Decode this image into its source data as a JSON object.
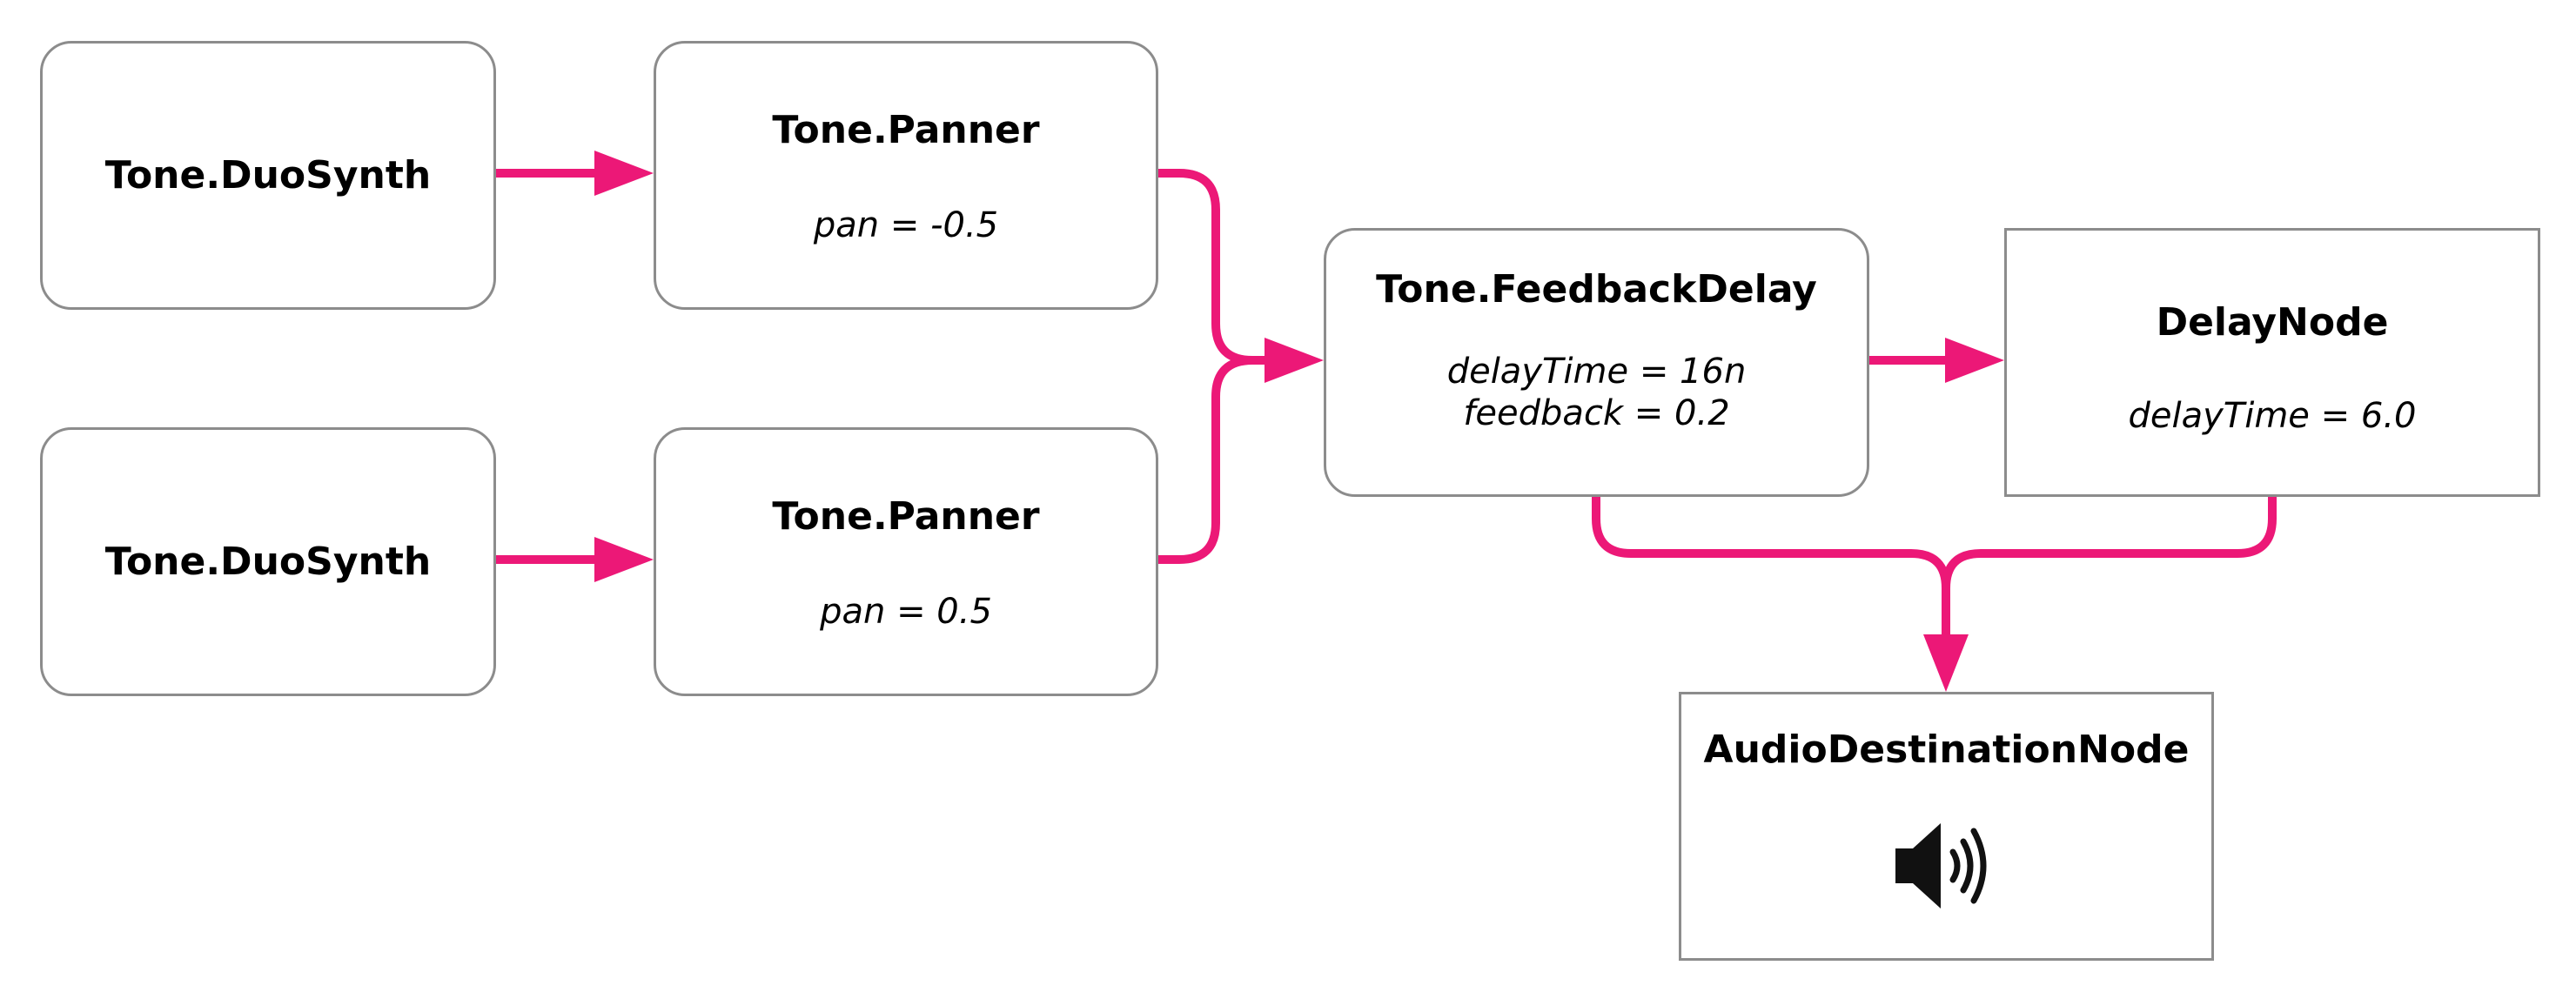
{
  "colors": {
    "wire": "#ec1877",
    "node_border": "#8c8c8c",
    "background": "#ffffff",
    "text": "#000000"
  },
  "nodes": {
    "synth1": {
      "title": "Tone.DuoSynth"
    },
    "synth2": {
      "title": "Tone.DuoSynth"
    },
    "panner1": {
      "title": "Tone.Panner",
      "params": [
        "pan = -0.5"
      ]
    },
    "panner2": {
      "title": "Tone.Panner",
      "params": [
        "pan = 0.5"
      ]
    },
    "fbdelay": {
      "title": "Tone.FeedbackDelay",
      "params": [
        "delayTime = 16n",
        "feedback = 0.2"
      ]
    },
    "delay": {
      "title": "DelayNode",
      "params": [
        "delayTime = 6.0"
      ]
    },
    "dest": {
      "title": "AudioDestinationNode",
      "icon": "speaker-icon"
    }
  },
  "connections": [
    {
      "from": "synth1",
      "to": "panner1"
    },
    {
      "from": "synth2",
      "to": "panner2"
    },
    {
      "from": "panner1",
      "to": "fbdelay"
    },
    {
      "from": "panner2",
      "to": "fbdelay"
    },
    {
      "from": "fbdelay",
      "to": "delay"
    },
    {
      "from": "fbdelay",
      "to": "dest"
    },
    {
      "from": "delay",
      "to": "dest"
    }
  ]
}
